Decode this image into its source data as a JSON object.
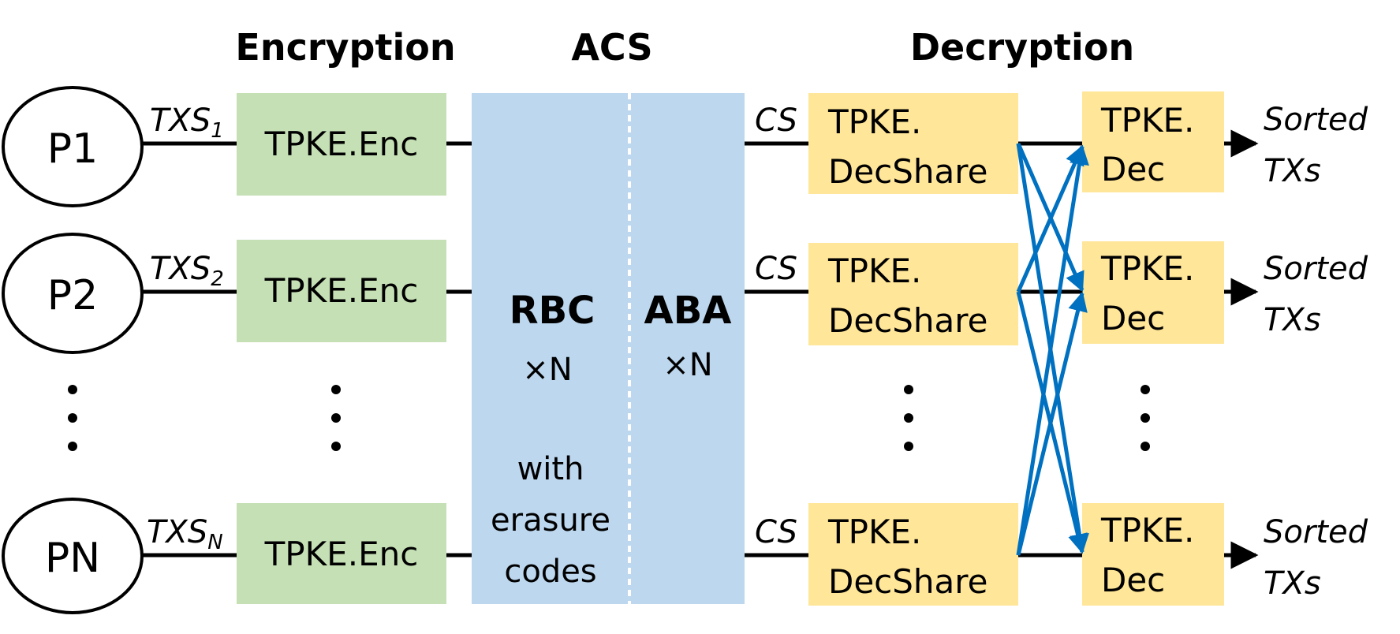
{
  "headers": {
    "encryption": "Encryption",
    "acs": "ACS",
    "decryption": "Decryption"
  },
  "parties": [
    {
      "label": "P1",
      "txs_main": "TXS",
      "txs_sub": "1"
    },
    {
      "label": "P2",
      "txs_main": "TXS",
      "txs_sub": "2"
    },
    {
      "label": "PN",
      "txs_main": "TXS",
      "txs_sub": "N"
    }
  ],
  "enc_box_label": "TPKE.Enc",
  "acs": {
    "rbc_label": "RBC",
    "rbc_mult": "×N",
    "rbc_note_lines": [
      "with",
      "erasure",
      "codes"
    ],
    "aba_label": "ABA",
    "aba_mult": "×N"
  },
  "cs_label": "CS",
  "decshare_lines": [
    "TPKE.",
    "DecShare"
  ],
  "dec_lines": [
    "TPKE.",
    "Dec"
  ],
  "output_lines": [
    "Sorted",
    "TXs"
  ],
  "colors": {
    "enc_fill": "#c5e0b4",
    "acs_fill": "#bdd7ee",
    "dec_fill": "#ffe699",
    "cross_arrow": "#0070c0",
    "line": "#000000"
  }
}
